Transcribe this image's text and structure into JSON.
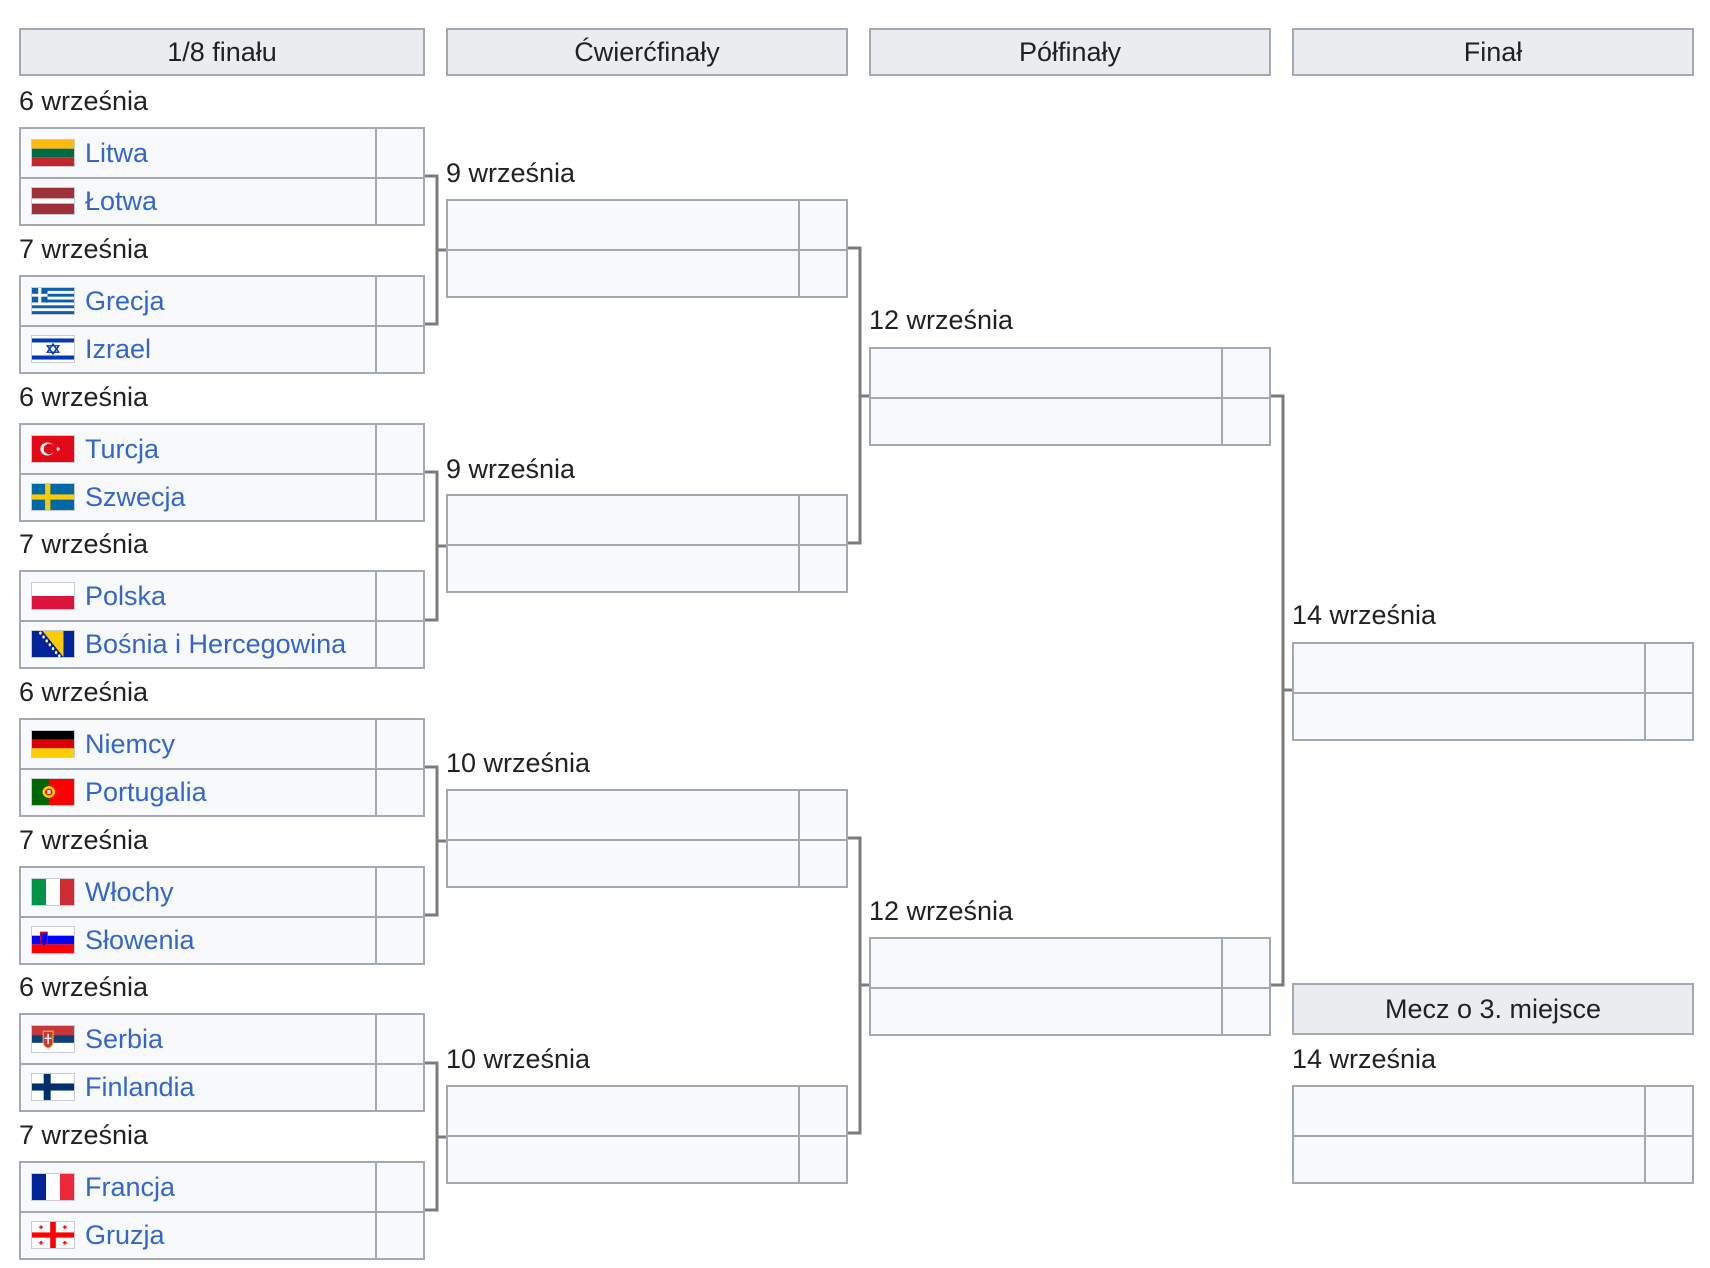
{
  "headers": {
    "r16": "1/8 finału",
    "qf": "Ćwierćfinały",
    "sf": "Półfinały",
    "final": "Finał"
  },
  "third_place_label": "Mecz o 3. miejsce",
  "round_of_16": [
    {
      "date": "6 września",
      "team1": {
        "name": "Litwa",
        "flag": "lithuania-flag-icon"
      },
      "team2": {
        "name": "Łotwa",
        "flag": "latvia-flag-icon"
      }
    },
    {
      "date": "7 września",
      "team1": {
        "name": "Grecja",
        "flag": "greece-flag-icon"
      },
      "team2": {
        "name": "Izrael",
        "flag": "israel-flag-icon"
      }
    },
    {
      "date": "6 września",
      "team1": {
        "name": "Turcja",
        "flag": "turkey-flag-icon"
      },
      "team2": {
        "name": "Szwecja",
        "flag": "sweden-flag-icon"
      }
    },
    {
      "date": "7 września",
      "team1": {
        "name": "Polska",
        "flag": "poland-flag-icon"
      },
      "team2": {
        "name": "Bośnia i Hercegowina",
        "flag": "bosnia-flag-icon"
      }
    },
    {
      "date": "6 września",
      "team1": {
        "name": "Niemcy",
        "flag": "germany-flag-icon"
      },
      "team2": {
        "name": "Portugalia",
        "flag": "portugal-flag-icon"
      }
    },
    {
      "date": "7 września",
      "team1": {
        "name": "Włochy",
        "flag": "italy-flag-icon"
      },
      "team2": {
        "name": "Słowenia",
        "flag": "slovenia-flag-icon"
      }
    },
    {
      "date": "6 września",
      "team1": {
        "name": "Serbia",
        "flag": "serbia-flag-icon"
      },
      "team2": {
        "name": "Finlandia",
        "flag": "finland-flag-icon"
      }
    },
    {
      "date": "7 września",
      "team1": {
        "name": "Francja",
        "flag": "france-flag-icon"
      },
      "team2": {
        "name": "Gruzja",
        "flag": "georgia-flag-icon"
      }
    }
  ],
  "quarterfinals": [
    {
      "date": "9 września"
    },
    {
      "date": "9 września"
    },
    {
      "date": "10 września"
    },
    {
      "date": "10 września"
    }
  ],
  "semifinals": [
    {
      "date": "12 września"
    },
    {
      "date": "12 września"
    }
  ],
  "final": {
    "date": "14 września"
  },
  "third_place": {
    "date": "14 września"
  }
}
